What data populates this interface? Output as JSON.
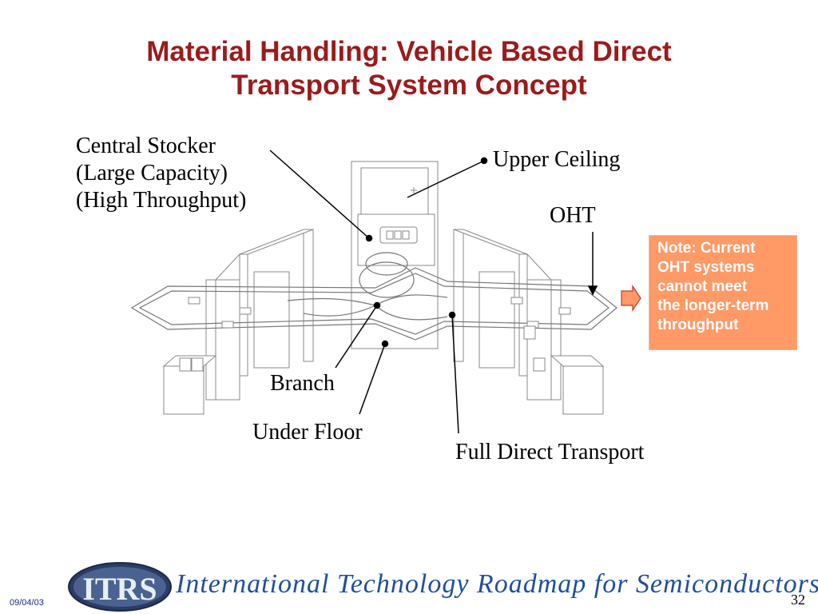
{
  "slide": {
    "title_line1": "Material Handling: Vehicle Based Direct",
    "title_line2": "Transport System Concept"
  },
  "labels": {
    "central_stocker": [
      "Central Stocker",
      "(Large Capacity)",
      "(High Throughput)"
    ],
    "upper_ceiling": "Upper Ceiling",
    "oht": "OHT",
    "branch": "Branch",
    "under_floor": "Under Floor",
    "full_direct_transport": "Full Direct Transport"
  },
  "note": {
    "lines": [
      "Note: Current",
      "OHT systems",
      "cannot meet",
      "the longer-term",
      "throughput"
    ]
  },
  "footer": {
    "date": "09/04/03",
    "page_number": "32",
    "logo_abbrev": "ITRS",
    "logo_text": "International Technology Roadmap for Semiconductors"
  },
  "colors": {
    "title": "#9b1b1b",
    "note_bg": "#ff9966",
    "arrow_fill": "#ff9966",
    "logo_blue": "#1f4f9c"
  }
}
